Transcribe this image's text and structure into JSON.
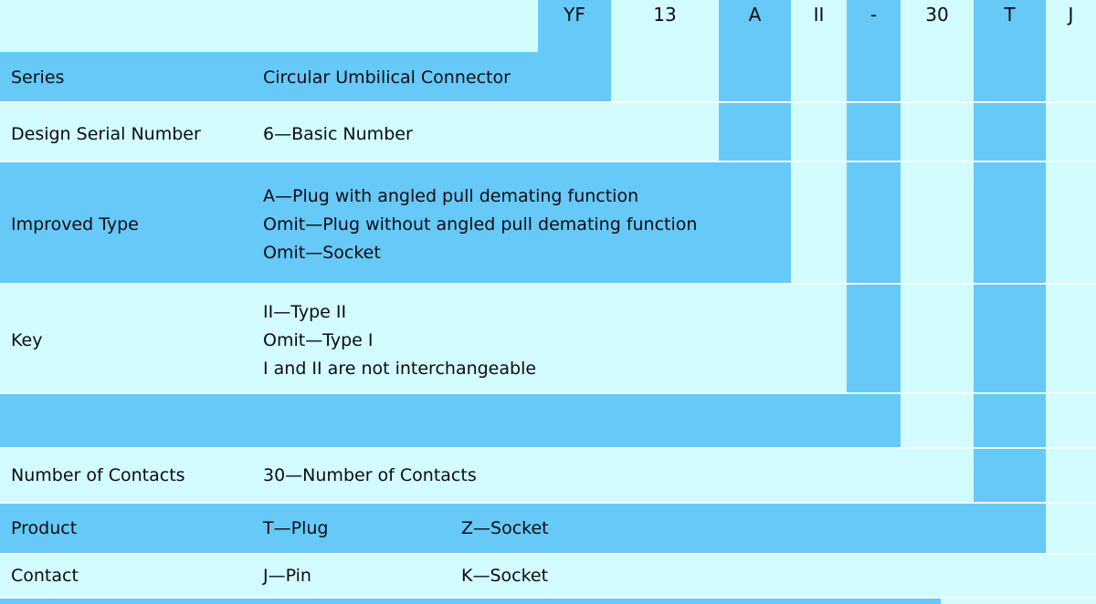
{
  "title": "Circular Umbilical Connector part number breakdown",
  "colors": {
    "band_blue": "#66c9f8",
    "background_cyan": "#d2fcff",
    "separator_line": "#f2ffff",
    "text": "#0b0b12"
  },
  "part_number": {
    "segments": [
      {
        "code": "YF"
      },
      {
        "code": "13"
      },
      {
        "code": "A"
      },
      {
        "code": "II"
      },
      {
        "code": "-"
      },
      {
        "code": "30"
      },
      {
        "code": "T"
      },
      {
        "code": "J"
      }
    ]
  },
  "rows": [
    {
      "label": "Series",
      "descriptions": [
        "Circular Umbilical Connector"
      ]
    },
    {
      "label": "Design Serial Number",
      "descriptions": [
        "6—Basic Number"
      ]
    },
    {
      "label": "Improved Type",
      "descriptions": [
        "A—Plug with angled pull demating function",
        "Omit—Plug without angled pull demating function",
        "Omit—Socket"
      ]
    },
    {
      "label": "Key",
      "descriptions": [
        "II—Type II",
        "Omit—Type I",
        "I and II are not interchangeable"
      ]
    },
    {
      "label": "",
      "descriptions": []
    },
    {
      "label": "Number of Contacts",
      "descriptions": [
        "30—Number of Contacts"
      ]
    },
    {
      "label": "Product",
      "descriptions": [
        "T—Plug",
        "Z—Socket"
      ]
    },
    {
      "label": "Contact",
      "descriptions": [
        "J—Pin",
        "K—Socket"
      ]
    }
  ]
}
